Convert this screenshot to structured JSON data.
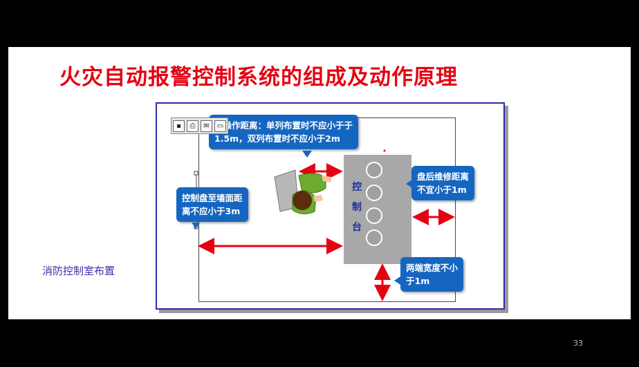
{
  "slide": {
    "title": "火灾自动报警控制系统的组成及动作原理",
    "caption": "消防控制室布置",
    "page_number": "33"
  },
  "diagram": {
    "console_chars": [
      "控",
      "制",
      "台"
    ],
    "callouts": {
      "front_distance": [
        "前操作距离：单列布置时不应小于于",
        "1.5m，双列布置时不应小于2m"
      ],
      "wall_distance": [
        "控制盘至墙面距",
        "离不应小于3m"
      ],
      "rear_distance": [
        "盘后维修距离",
        "不宜小于1m"
      ],
      "end_width": [
        "两端宽度不小",
        "于1m"
      ]
    },
    "toolbar_icons": [
      "save-icon",
      "print-icon",
      "mail-icon",
      "folder-icon"
    ],
    "colors": {
      "title": "#e60012",
      "callout": "#1566c0",
      "arrow": "#e60012",
      "console": "#a8a8a8",
      "label": "#1b2f9c"
    }
  }
}
